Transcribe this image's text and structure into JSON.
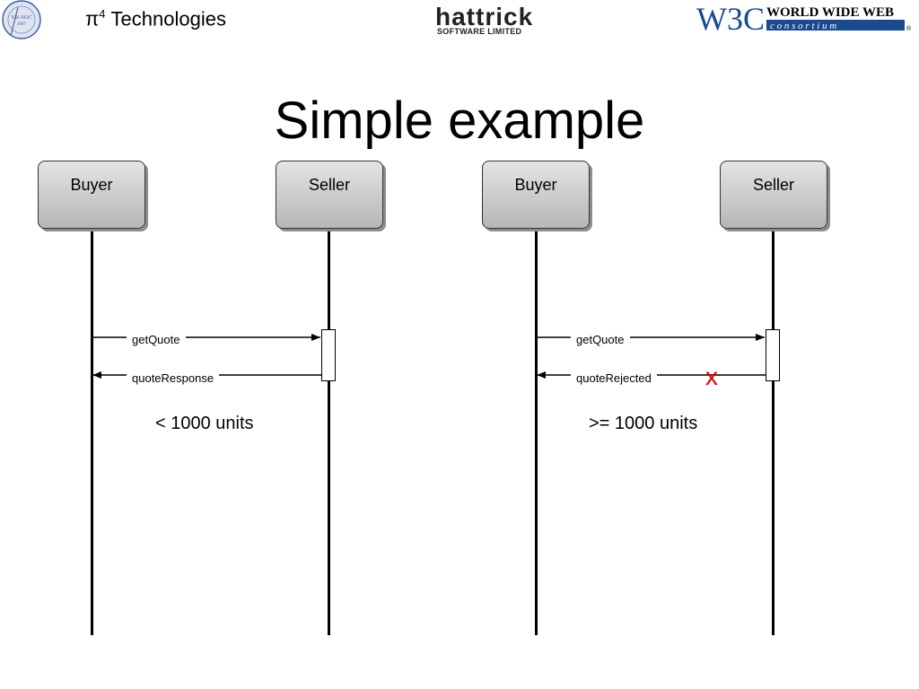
{
  "header": {
    "company_prefix": "π",
    "company_sup": "4",
    "company_name": " Technologies",
    "seal_text": "YR-SOC",
    "seal_year": "2007",
    "hattrick_word": "hattrick",
    "hattrick_sub": "SOFTWARE LIMITED",
    "w3c_logo": "W3C",
    "w3c_line1": "WORLD WIDE WEB",
    "w3c_line2": "c o n s o r t i u m",
    "w3c_reg": "®"
  },
  "title": "Simple example",
  "diagrams": [
    {
      "left_actor": "Buyer",
      "right_actor": "Seller",
      "request": "getQuote",
      "response": "quoteResponse",
      "condition": "< 1000 units"
    },
    {
      "left_actor": "Buyer",
      "right_actor": "Seller",
      "request": "getQuote",
      "response": "quoteRejected",
      "condition": ">= 1000 units",
      "cross": "x"
    }
  ],
  "colors": {
    "cross": "#e00000",
    "w3c_blue": "#1a4b8f",
    "seal_blue": "#3f5fa8"
  }
}
